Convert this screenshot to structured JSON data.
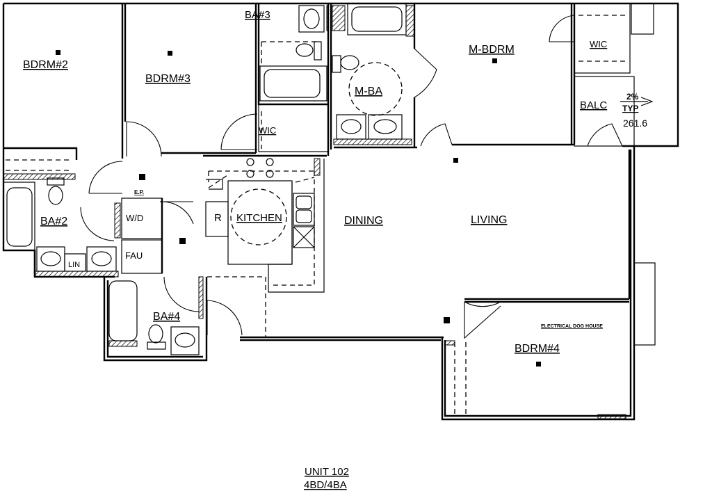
{
  "rooms": {
    "bdrm2": "BDRM#2",
    "bdrm3": "BDRM#3",
    "ba3": "BA#3",
    "mbdrm": "M-BDRM",
    "mba": "M-BA",
    "wic_master": "WIC",
    "wic_bdrm3": "WIC",
    "balc": "BALC",
    "ba2": "BA#2",
    "lin": "LIN",
    "wd": "W/D",
    "fau": "FAU",
    "ep": "E.P.",
    "fridge": "R",
    "kitchen": "KITCHEN",
    "dining": "DINING",
    "living": "LIVING",
    "ba4": "BA#4",
    "bdrm4": "BDRM#4",
    "electrical": "ELECTRICAL DOG HOUSE"
  },
  "balcony": {
    "slope": "2%",
    "typ": "TYP",
    "elevation": "261.6"
  },
  "unit": {
    "name": "UNIT 102",
    "type": "4BD/4BA"
  }
}
